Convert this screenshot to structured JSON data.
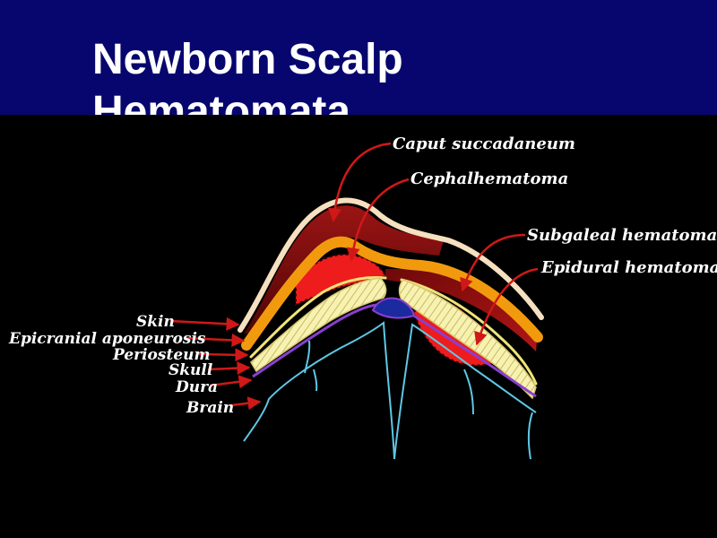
{
  "slide": {
    "title": "Newborn Scalp Hematomata",
    "background_color": "#000000",
    "title_band_color": "#06066e"
  },
  "diagram": {
    "layer_labels": [
      {
        "key": "skin",
        "text": "Skin"
      },
      {
        "key": "epicranial",
        "text": "Epicranial aponeurosis"
      },
      {
        "key": "periosteum",
        "text": "Periosteum"
      },
      {
        "key": "skull",
        "text": "Skull"
      },
      {
        "key": "dura",
        "text": "Dura"
      },
      {
        "key": "brain",
        "text": "Brain"
      }
    ],
    "hematoma_labels": [
      {
        "key": "caput",
        "text": "Caput succadaneum"
      },
      {
        "key": "cephal",
        "text": "Cephalhematoma"
      },
      {
        "key": "subgaleal",
        "text": "Subgaleal hematoma"
      },
      {
        "key": "epidural",
        "text": "Epidural hematoma"
      }
    ],
    "colors": {
      "skin": "#f5e0bf",
      "aponeurosis": "#f29a0e",
      "periosteum": "#efe47a",
      "skull": "#f7f2b0",
      "dura": "#8a3fd0",
      "brain": "#5ec8e6",
      "hematoma_dark": "#7a0a0a",
      "hematoma_red": "#ee1c1c",
      "arrow": "#d01818"
    }
  }
}
